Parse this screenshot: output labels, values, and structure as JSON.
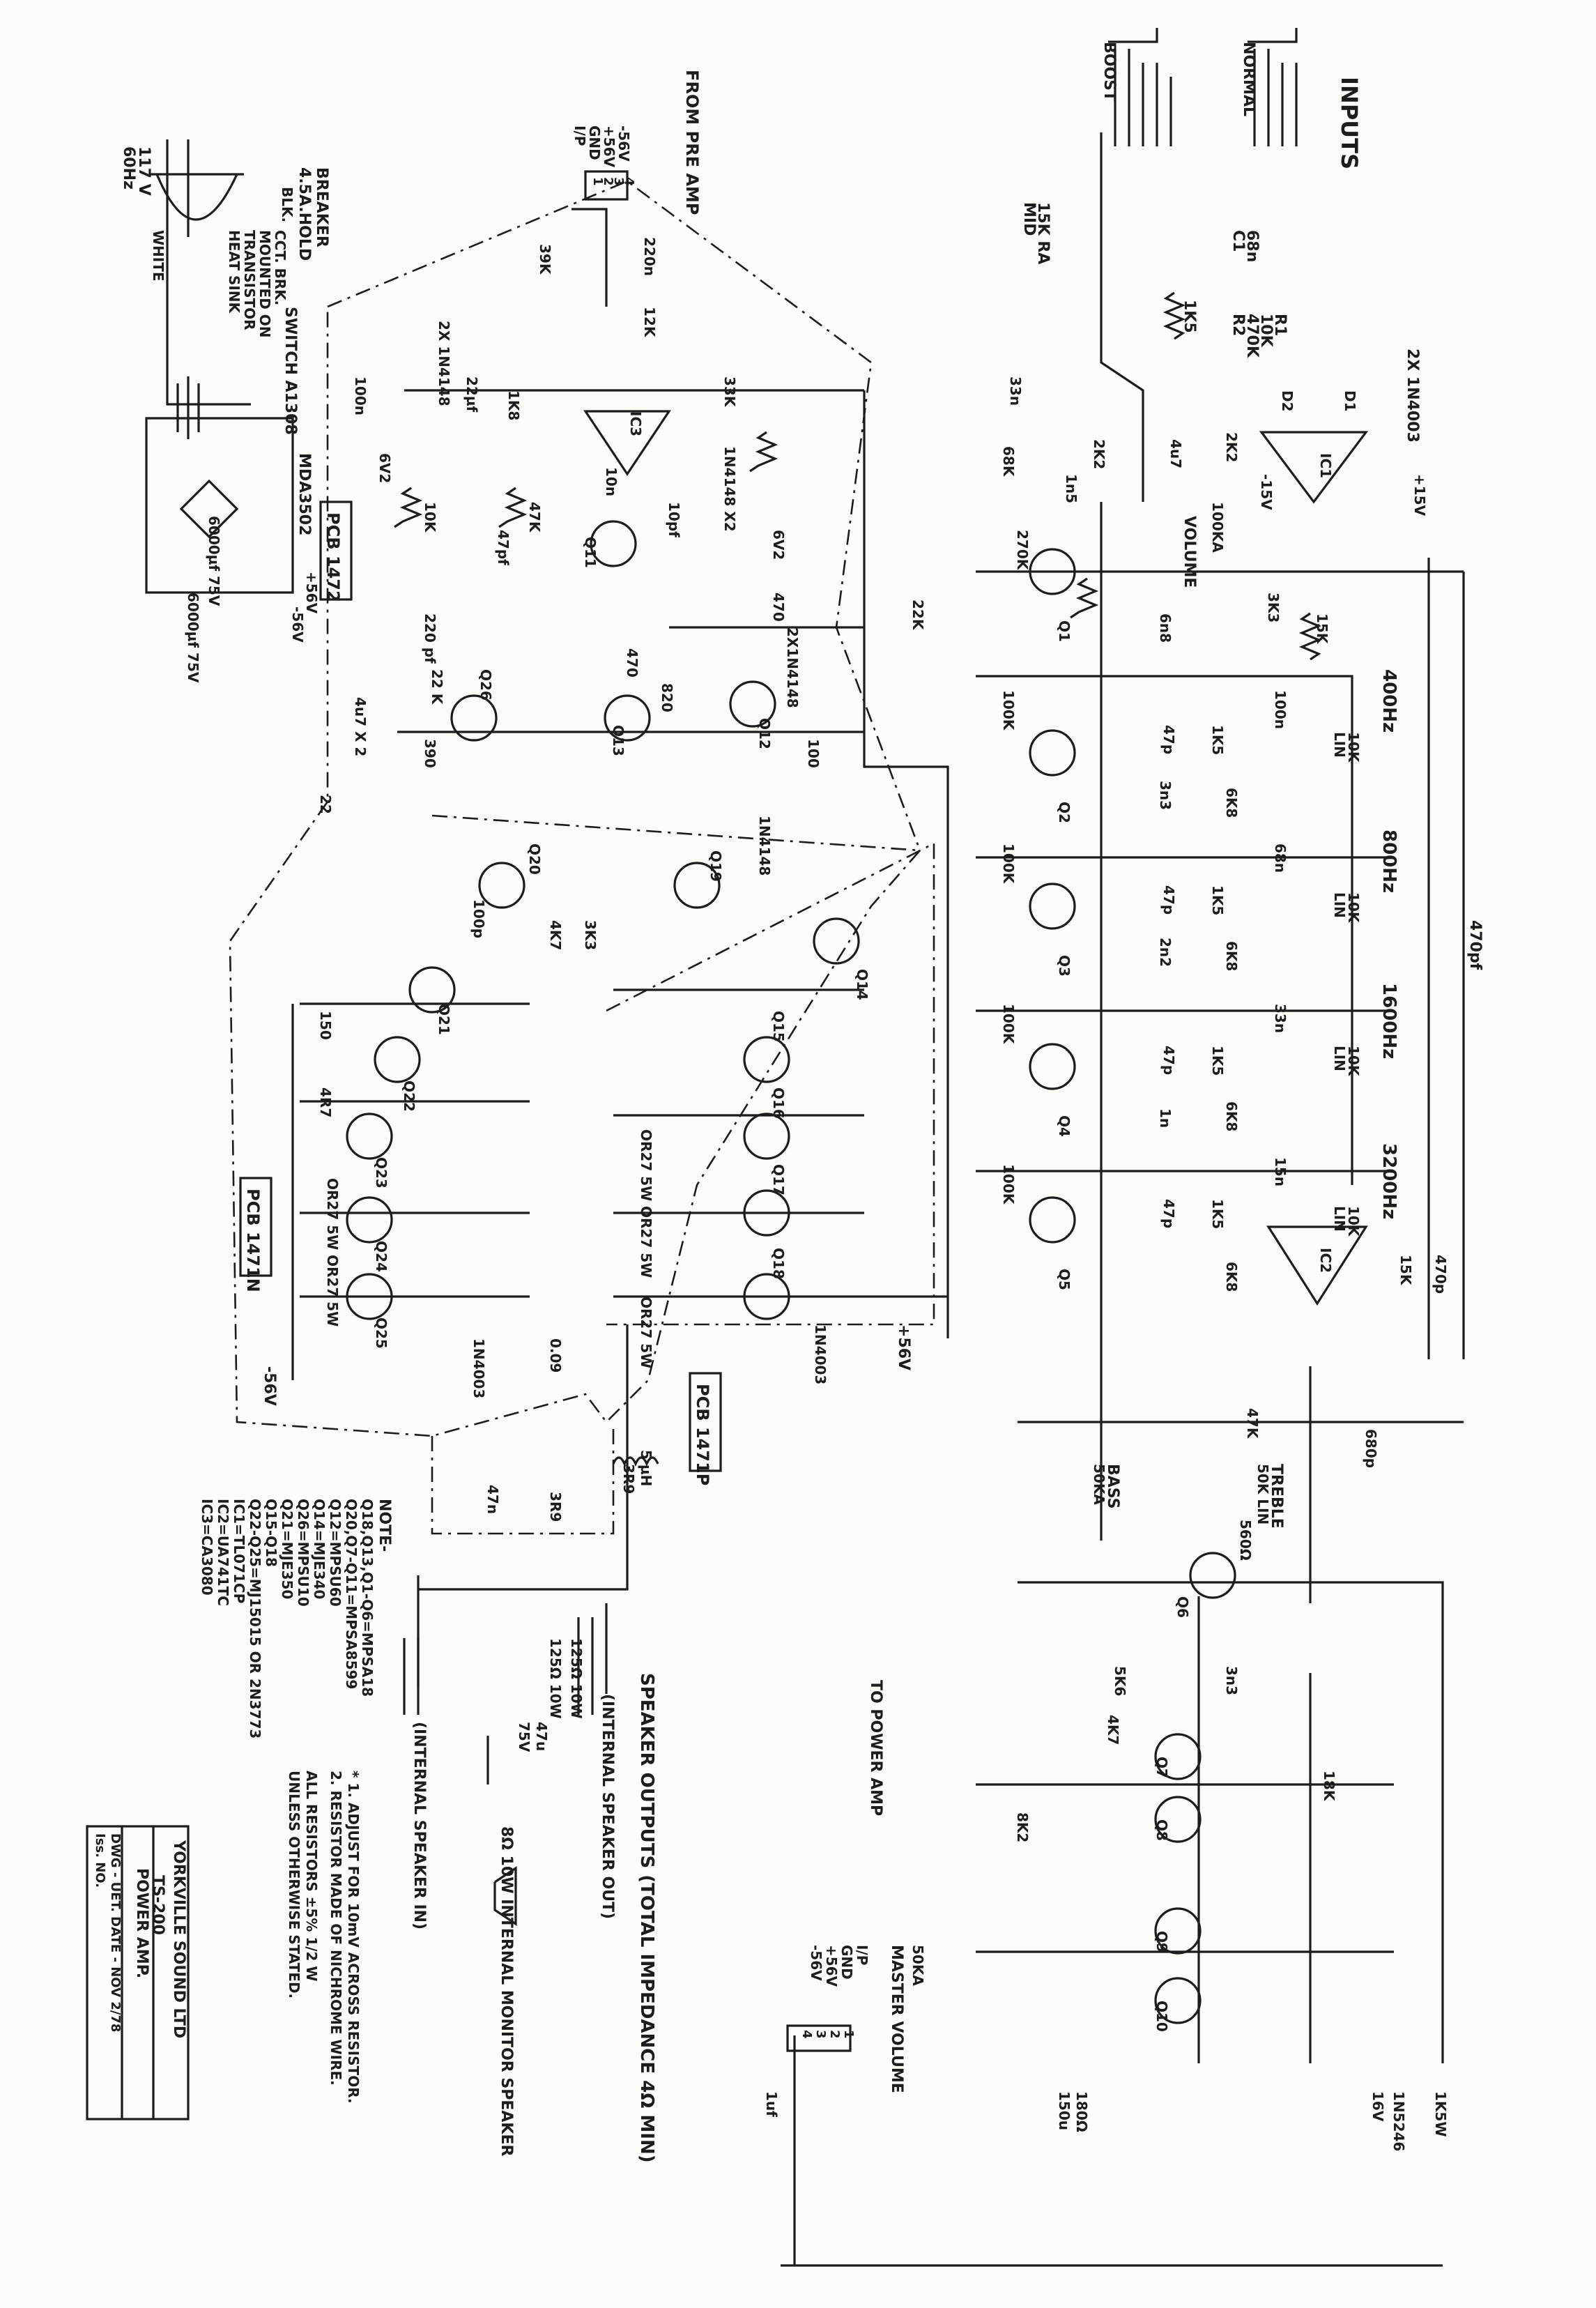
{
  "titles": {
    "inputs": "INPUTS",
    "boost": "BOOST",
    "normal": "NORMAL",
    "from_pre_amp": "FROM PRE AMP",
    "to_power_amp": "TO POWER AMP",
    "speaker_outputs": "SPEAKER OUTPUTS (TOTAL IMPEDANCE 4Ω MIN)",
    "internal_speaker_out": "(INTERNAL SPEAKER OUT)",
    "internal_speaker_in": "(INTERNAL SPEAKER IN)",
    "monitor_speaker": "8Ω 10W INTERNAL MONITOR SPEAKER"
  },
  "connectors": {
    "pre_in": {
      "pins": [
        "1",
        "2",
        "3",
        "4"
      ],
      "labels": [
        "I/P",
        "GND",
        "+56V",
        "-56V"
      ]
    },
    "pwr_out": {
      "pins": [
        "1",
        "2",
        "3",
        "4"
      ],
      "labels": [
        "I/P",
        "GND",
        "+56V",
        "-56V"
      ]
    }
  },
  "supply": {
    "breaker": [
      "BREAKER",
      "4.5A.HOLD"
    ],
    "mains": [
      "117 V",
      "60Hz"
    ],
    "wires": [
      "BLK.",
      "WHITE"
    ],
    "circuit_breaker": [
      "CCT. BRK.",
      "MOUNTED ON",
      "TRANSISTOR",
      "HEAT SINK"
    ],
    "switch": "SWITCH A1308",
    "bridge": "MDA3502",
    "rails": [
      "+56V",
      "-56V"
    ],
    "caps": [
      "6000µf 75V",
      "6000µf 75V"
    ]
  },
  "pcb": [
    "PCB 1472",
    "PCB 1471N",
    "PCB 1471P"
  ],
  "eq_bands": [
    "400Hz",
    "800Hz",
    "1600Hz",
    "3200Hz"
  ],
  "controls": {
    "volume": "VOLUME",
    "mid": "MID",
    "treble": "TREBLE",
    "bass": "BASS",
    "master": "MASTER VOLUME",
    "lin": "LIN"
  },
  "parts": {
    "pot_mid": "15K RA",
    "c1": "C1",
    "c1_val": "68n",
    "r1": "R1",
    "r1_val": "10K",
    "r2": "R2",
    "r2_val": "470K",
    "r_1k5": "1K5",
    "d_1n4003": "2X 1N4003",
    "d1": "D1",
    "d2": "D2",
    "ic1": "IC1",
    "pos15": "+15V",
    "neg15": "-15V",
    "r_2k2a": "2K2",
    "r_2k2b": "2K2",
    "pot_vol": "100KA",
    "c_4u7": "4u7",
    "r_3k3": "3K3",
    "r_15k": "15K",
    "r_68k": "68K",
    "c_1n5": "1n5",
    "c_33n": "33n",
    "r_270k": "270K",
    "q1": "Q1",
    "r_22k": "22K",
    "q2": "Q2",
    "q3": "Q3",
    "q4": "Q4",
    "q5": "Q5",
    "r_100k": "100K",
    "c_6n8": "6n8",
    "c_3n3": "3n3",
    "c_2n2": "2n2",
    "c_1n": "1n",
    "c_47p": "47p",
    "r_6k8": "6K8",
    "c_100n": "100n",
    "c_68n": "68n",
    "c_33nb": "33n",
    "c_15n": "15n",
    "pot_10k": "10K",
    "c_470pf": "470pf",
    "ic2": "IC2",
    "c_470p": "470p",
    "r_15k2": "15K",
    "c_680p": "680p",
    "r_47k": "47K",
    "pot_treble": "50K LIN",
    "pot_bass": "50KA",
    "r_560": "560Ω",
    "q6": "Q6",
    "r_5k6": "5K6",
    "c_3n3b": "3n3",
    "r_4k7": "4K7",
    "q7": "Q7",
    "q8": "Q8",
    "q9": "Q9",
    "q10": "Q10",
    "r_18k": "18K",
    "r_8k2": "8K2",
    "c_150u": "150u",
    "r_180": "180Ω",
    "r_1k5w": "1K5W",
    "z_1n5246": "1N5246",
    "v_16": "16V",
    "pot_master": "50KA",
    "c_1uf": "1uf",
    "ic3": "IC3",
    "r_12k": "12K",
    "c_220n": "220n",
    "r_39k": "39K",
    "d_1n4148": "2X 1N4148",
    "c_22uf": "22µf",
    "r_1k8": "1K8",
    "c_100n2": "100n",
    "z_6v2": "6V2",
    "r_10k": "10K",
    "r_47k2": "47K",
    "c_47pf": "47pf",
    "q11": "Q11",
    "c_10n": "10n",
    "c_10pf": "10pf",
    "r_33k": "33K",
    "d_x2": "1N4148 X2",
    "r_470": "470",
    "d_2x1n4148": "2X1N4148",
    "q12": "Q12",
    "r_100": "100",
    "q13": "Q13",
    "r_820": "820",
    "pot_470": "470",
    "q26": "Q26",
    "r_22": "22",
    "r_390": "390",
    "c_220pf": "220 pf",
    "r_22k2": "22 K",
    "c_4u7x2": "4u7 X 2",
    "q19": "Q19",
    "q20": "Q20",
    "d_1n4148b": "1N4148",
    "c_100p": "100p",
    "r_4k7b": "4K7",
    "r_3k3b": "3K3",
    "q14": "Q14",
    "q15": "Q15",
    "q16": "Q16",
    "q17": "Q17",
    "q18": "Q18",
    "q21": "Q21",
    "q22": "Q22",
    "q23": "Q23",
    "q24": "Q24",
    "q25": "Q25",
    "r_150": "150",
    "r_4r7": "4R7",
    "r_or27": "OR27 5W",
    "d_1n4003b": "1N4003",
    "r_009": "0.09",
    "coil": "5 µH",
    "r_3r9": "3R9",
    "c_47n": "47n",
    "r_125": "125Ω 10W",
    "c_47u": "47u",
    "v_75": "75V",
    "rail_pos": "+56V",
    "rail_neg": "-56V"
  },
  "notes": {
    "heading": "NOTE-",
    "lines": [
      "Q18,Q13,Q1-Q6=MPSA18",
      "Q20,Q7-Q11=MPSA8599",
      "Q12=MPSU60",
      "Q14=MJE340",
      "Q26=MPSU10",
      "Q21=MJE350",
      "Q15-Q18",
      "Q22-Q25=MJ15015 OR 2N3773",
      "IC1=TL071CP",
      "IC2=UA741TC",
      "IC3=CA3080"
    ],
    "adjust": [
      "* 1. ADJUST FOR 10mV ACROSS RESISTOR.",
      "2. RESISTOR MADE OF NICHROME WIRE.",
      "ALL RESISTORS ±5% 1/2 W",
      "UNLESS OTHERWISE STATED."
    ]
  },
  "title_block": {
    "company": "YORKVILLE SOUND LTD",
    "model": "TS-200",
    "desc": "POWER AMP.",
    "drawing": "DWG - UET. DATE - NOV 2/78",
    "issue": "Iss. NO."
  }
}
